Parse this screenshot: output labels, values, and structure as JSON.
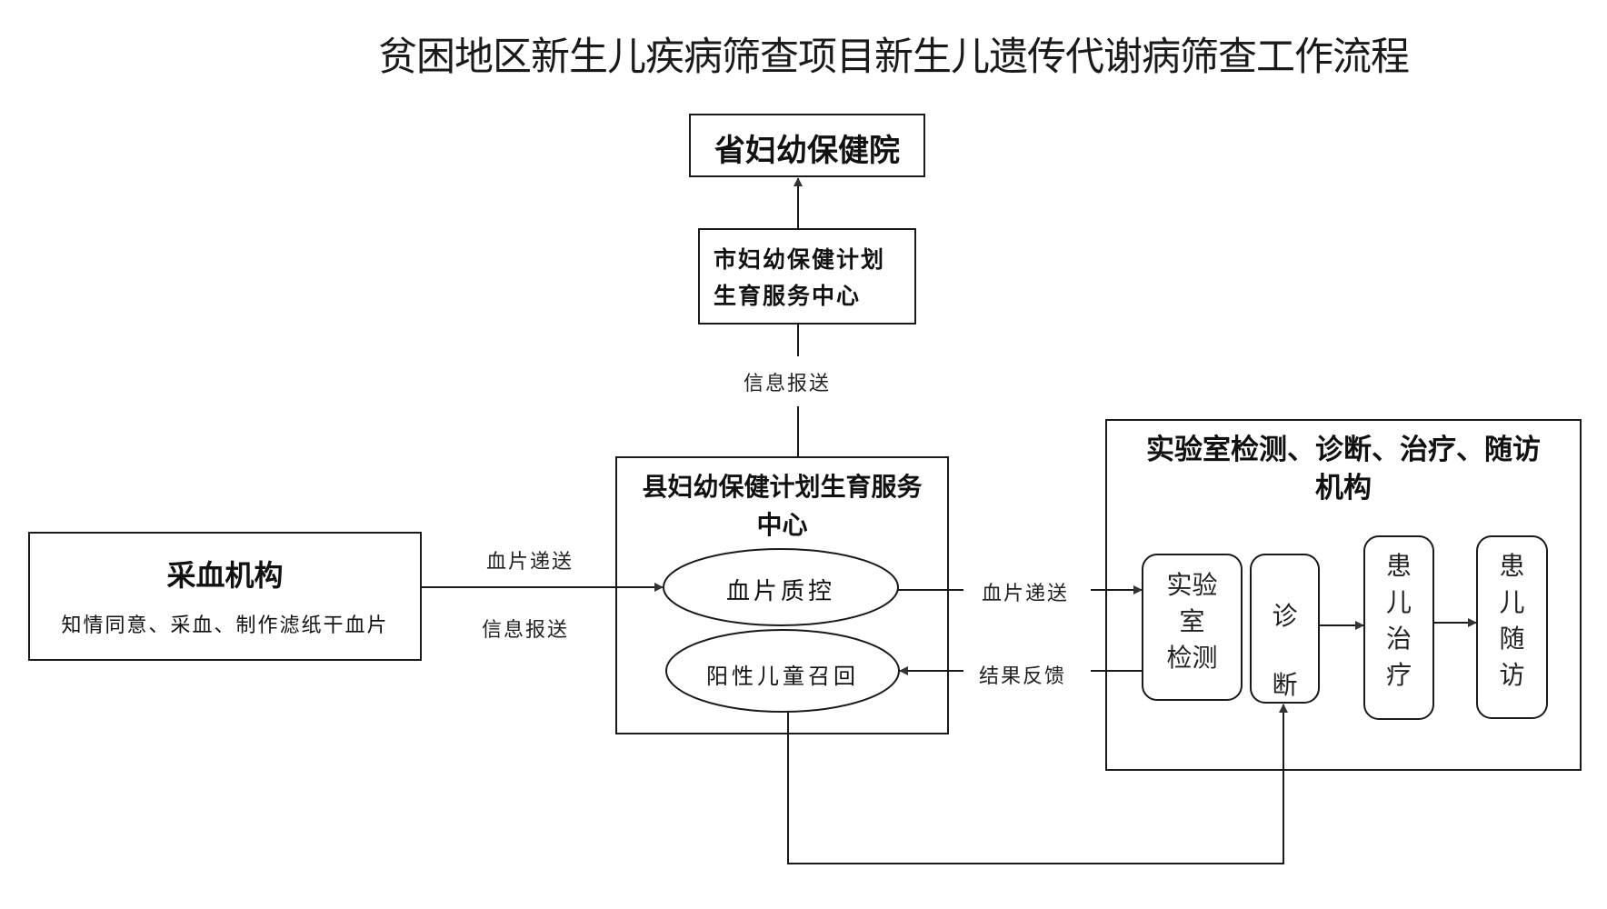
{
  "title": "贫困地区新生儿疾病筛查项目新生儿遗传代谢病筛查工作流程",
  "nodes": {
    "province": {
      "label": "省妇幼保健院"
    },
    "city": {
      "line1": "市妇幼保健计划",
      "line2": "生育服务中心"
    },
    "county": {
      "line1": "县妇幼保健计划生育服务",
      "line2": "中心"
    },
    "collection": {
      "title": "采血机构",
      "subtitle": "知情同意、采血、制作滤纸干血片"
    },
    "lab_group": {
      "line1": "实验室检测、诊断、治疗、随访",
      "line2": "机构"
    },
    "blood_qc": {
      "label": "血片质控"
    },
    "recall": {
      "label": "阳性儿童召回"
    },
    "lab_test": {
      "lines": [
        "实验",
        "室",
        "检测"
      ]
    },
    "diagnosis": {
      "lines": [
        "诊",
        "断"
      ]
    },
    "treatment": {
      "lines": [
        "患",
        "儿",
        "治",
        "疗"
      ]
    },
    "followup": {
      "lines": [
        "患",
        "儿",
        "随",
        "访"
      ]
    }
  },
  "edge_labels": {
    "county_to_city": "信息报送",
    "collection_blood": "血片递送",
    "collection_info": "信息报送",
    "qc_to_lab": "血片递送",
    "lab_feedback": "结果反馈"
  },
  "colors": {
    "line": "#1a1a1a",
    "background": "#ffffff"
  }
}
